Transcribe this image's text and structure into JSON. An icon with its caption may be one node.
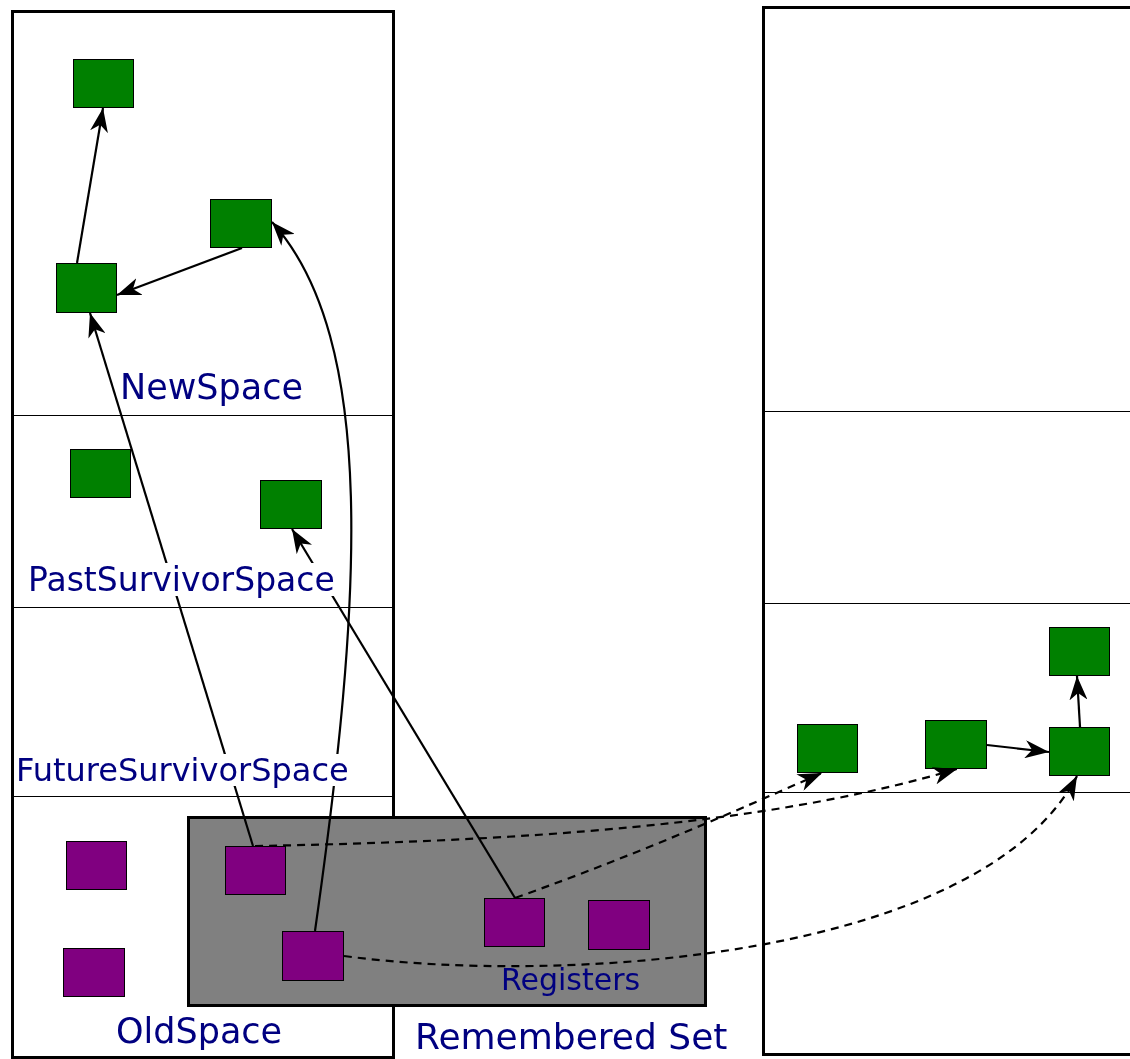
{
  "diagram": {
    "nodes": [
      {
        "text": [],
        "shape": "box"
      },
      {
        "text": [],
        "shape": "box",
        "in": 0
      },
      {
        "text": [],
        "shape": "box",
        "in": 0
      },
      {
        "text": [],
        "shape": "box",
        "in": 0
      },
      {
        "text": [],
        "shape": "box",
        "in": 0
      },
      {
        "text": [],
        "shape": "box",
        "in": 0
      },
      {
        "text": [],
        "shape": "box",
        "in": 0
      },
      {
        "text": [],
        "shape": "box",
        "in": 0
      },
      {
        "text": [
          "Registers"
        ],
        "beside": [
          "Remembered Set"
        ]
      },
      {
        "text": [],
        "shape": "box"
      },
      {
        "text": [],
        "shape": "box"
      },
      {
        "text": [],
        "shape": "box",
        "in": 8
      },
      {
        "text": [],
        "shape": "box",
        "in": 8
      },
      {
        "text": [],
        "shape": "box"
      },
      {
        "text": [],
        "shape": "box",
        "in": 13
      },
      {
        "text": [],
        "shape": "box",
        "in": 13
      },
      {
        "text": [],
        "shape": "box",
        "in": 13
      },
      {
        "text": [],
        "shape": "box",
        "in": 13
      }
    ],
    "edges": [
      {
        "from": 3,
        "to": 1,
        "arrow": "to"
      },
      {
        "from": 2,
        "to": 3,
        "arrow": "to"
      },
      {
        "from": 9,
        "to": 3,
        "arrow": "to"
      },
      {
        "from": 10,
        "to": 2,
        "arrow": "to"
      },
      {
        "from": 11,
        "to": 5,
        "arrow": "to"
      },
      {
        "from": 9,
        "to": 16,
        "arrow": "to",
        "style": "dashed"
      },
      {
        "from": 11,
        "to": 15,
        "arrow": "to",
        "style": "dashed"
      },
      {
        "from": 10,
        "to": 17,
        "arrow": "to",
        "style": "dashed"
      },
      {
        "from": 16,
        "to": 17,
        "arrow": "to"
      },
      {
        "from": 17,
        "to": 14,
        "arrow": "to"
      }
    ],
    "labels": [
      "NewSpace",
      "PastSurvivorSpace",
      "FutureSurvivorSpace",
      "OldSpace"
    ]
  }
}
